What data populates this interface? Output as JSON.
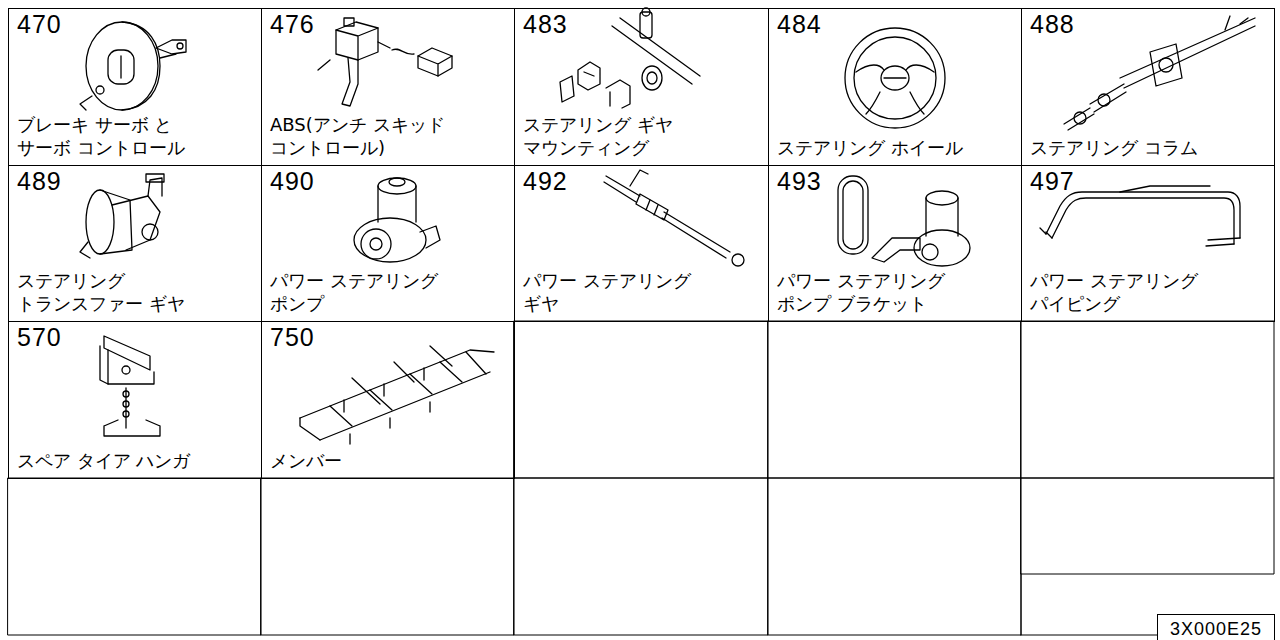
{
  "diagram": {
    "nodes": [
      {
        "text": [
          "470",
          "ブレーキ サーボ と サーボ コントロール"
        ]
      },
      {
        "text": [
          "476",
          "ABS(アンチ スキッド コントロール)"
        ]
      },
      {
        "text": [
          "483",
          "ステアリング ギヤ マウンティング"
        ]
      },
      {
        "text": [
          "484",
          "ステアリング ホイール"
        ]
      },
      {
        "text": [
          "488",
          "ステアリング コラム"
        ]
      },
      {
        "text": [
          "489",
          "ステアリング トランスファー ギヤ"
        ]
      },
      {
        "text": [
          "490",
          "パワー ステアリング ポンプ"
        ]
      },
      {
        "text": [
          "492",
          "パワー ステアリング ギヤ"
        ]
      },
      {
        "text": [
          "493",
          "パワー ステアリング ポンプ ブラケット"
        ]
      },
      {
        "text": [
          "497",
          "パワー ステアリング パイピング"
        ]
      },
      {
        "text": [
          "570",
          "スペア タイア ハンガ"
        ]
      },
      {
        "text": [
          "750",
          "メンバー"
        ]
      },
      {
        "text": [
          "3X000E25"
        ]
      }
    ]
  }
}
